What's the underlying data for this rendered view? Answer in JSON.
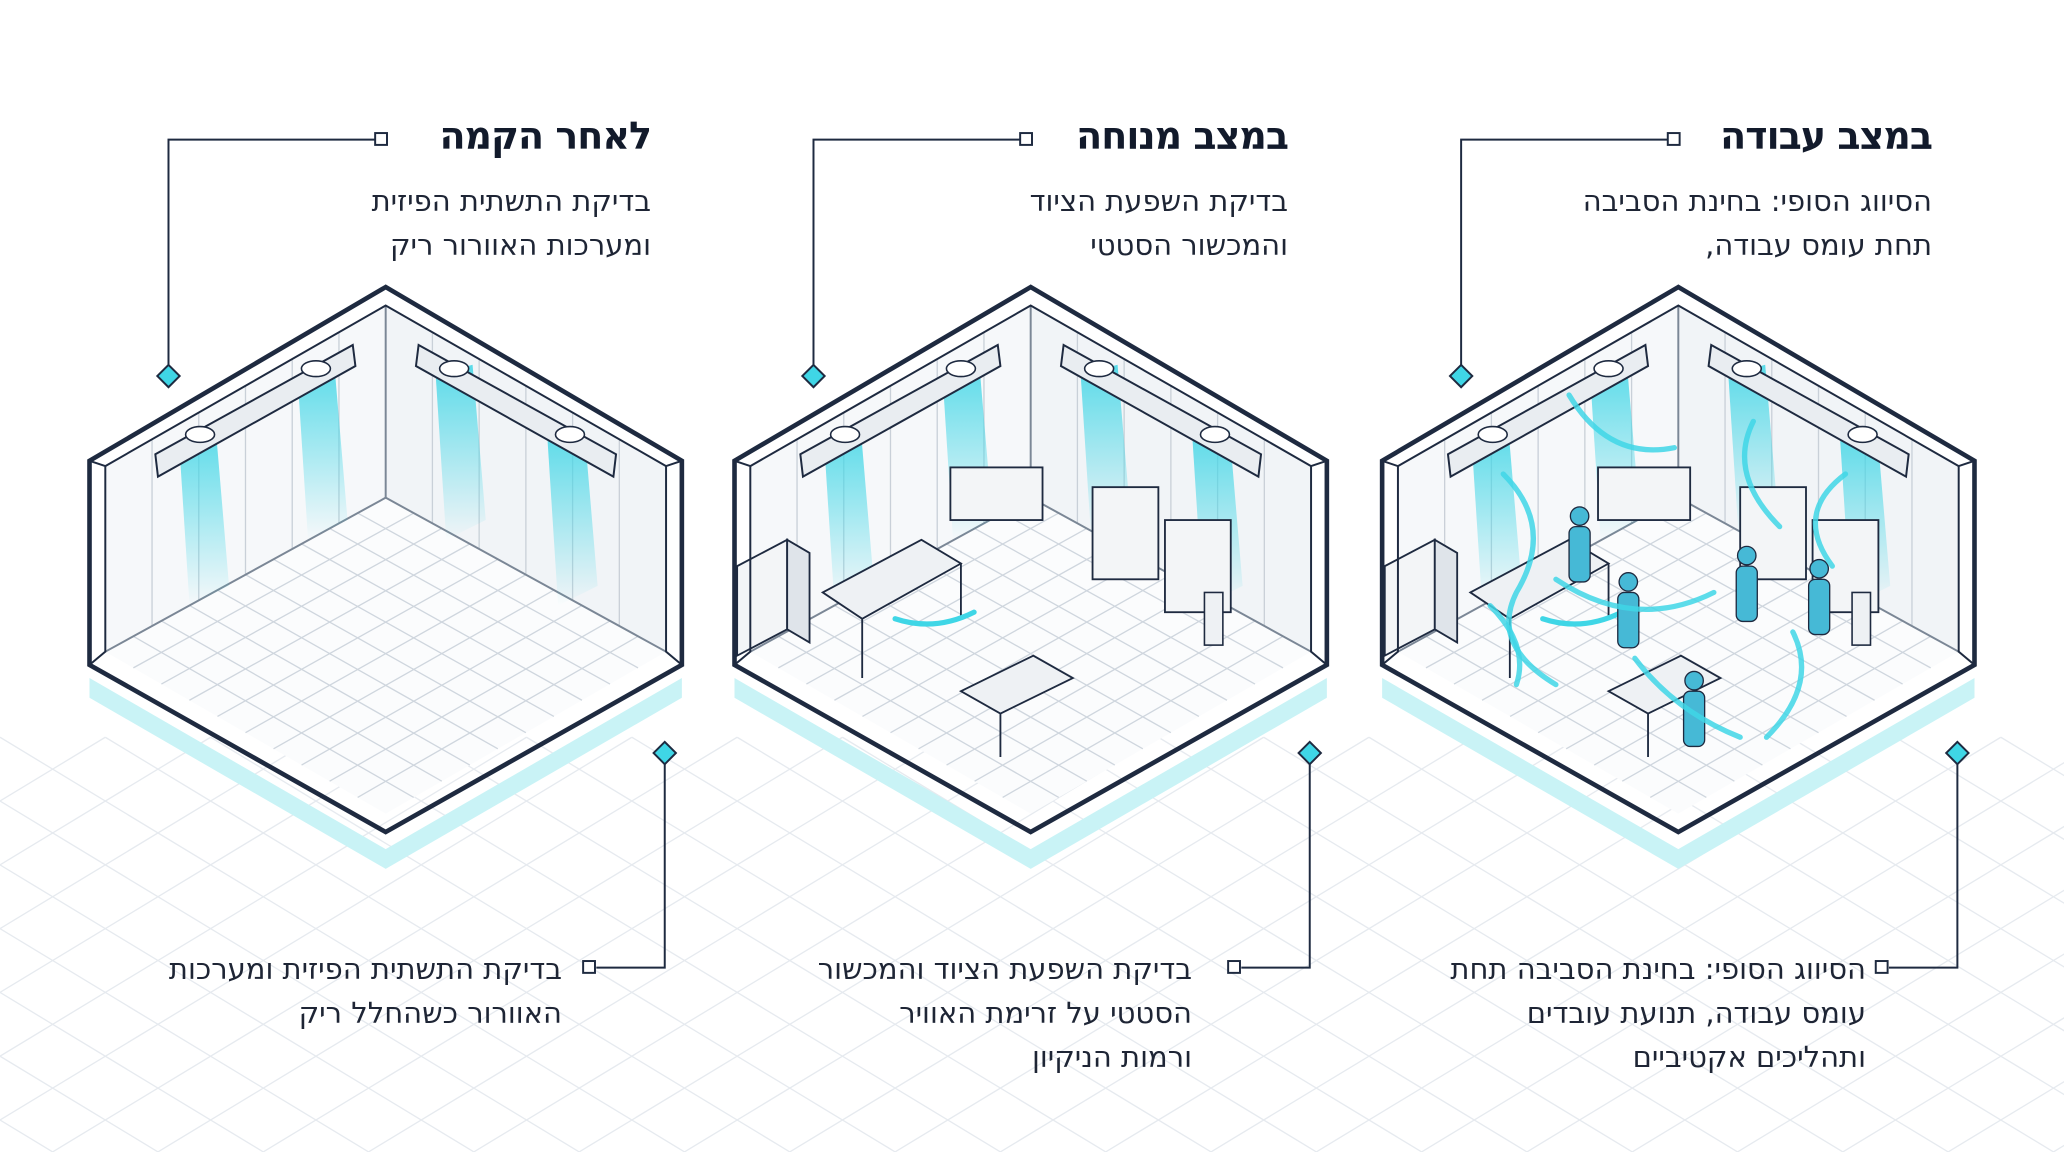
{
  "colors": {
    "ink": "#1e2a40",
    "accent": "#3fd6e6",
    "accent_light": "#c9f3f6",
    "grid": "#e6eaef"
  },
  "panels": [
    {
      "id": "after-construction",
      "title": "לאחר הקמה",
      "subtitle_lines": [
        "בדיקת התשתית הפיזית",
        "ומערכות האוורור  ריק"
      ],
      "bottom_lines": [
        "בדיקת התשתית הפיזית ומערכות",
        "האוורור כשהחלל ריק"
      ],
      "furnished": false,
      "occupied": false
    },
    {
      "id": "at-rest",
      "title": "במצב מנוחה",
      "subtitle_lines": [
        "בדיקת השפעת הציוד",
        "והמכשור הסטטי"
      ],
      "bottom_lines": [
        "בדיקת השפעת הציוד והמכשור",
        "הסטטי על זרימת האוויר",
        "ורמות הניקיון"
      ],
      "furnished": true,
      "occupied": false
    },
    {
      "id": "operational",
      "title": "במצב עבודה",
      "subtitle_lines": [
        "הסיווג הסופי: בחינת הסביבה",
        "תחת עומס עבודה,"
      ],
      "bottom_lines": [
        "הסיווג הסופי: בחינת הסביבה תחת",
        "עומס עבודה, תנועת עובדים",
        "ותהליכים אקטיביים"
      ],
      "furnished": true,
      "occupied": true
    }
  ]
}
